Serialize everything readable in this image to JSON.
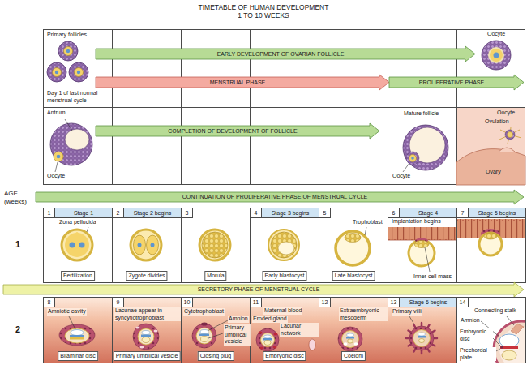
{
  "diagram": {
    "title": "TIMETABLE OF HUMAN DEVELOPMENT 1 TO 10 WEEKS",
    "nodes": [
      {
        "text": [
          "EARLY DEVELOPMENT OF OVARIAN FOLLICLE"
        ]
      },
      {
        "text": [
          "MENSTRUAL PHASE"
        ]
      },
      {
        "text": [
          "PROLIFERATIVE PHASE"
        ]
      },
      {
        "text": [
          "COMPLETION OF DEVELOPMENT OF FOLLICLE"
        ]
      },
      {
        "text": [
          "CONTINUATION OF PROLIFERATIVE PHASE OF MENSTRUAL CYCLE"
        ]
      },
      {
        "text": [
          "1",
          "Stage 1",
          "Zona pellucida",
          "Fertilization"
        ]
      },
      {
        "text": [
          "2",
          "Stage 2 begins",
          "Zygote divides"
        ]
      },
      {
        "text": [
          "3",
          "Morula"
        ]
      },
      {
        "text": [
          "4",
          "Stage 3 begins",
          "Early blastocyst"
        ]
      },
      {
        "text": [
          "5",
          "Trophoblast",
          "Late blastocyst"
        ]
      },
      {
        "text": [
          "6",
          "Stage 4",
          "Implantation begins",
          "Inner cell mass"
        ]
      },
      {
        "text": [
          "7",
          "Stage 5 begins"
        ]
      },
      {
        "text": [
          "SECRETORY PHASE OF MENSTRUAL CYCLE"
        ]
      },
      {
        "text": [
          "8",
          "Amniotic cavity",
          "Bilaminar disc"
        ]
      },
      {
        "text": [
          "9",
          "Lacunae appear in syncytiotrophoblast",
          "Primary umbilical vesicle"
        ]
      },
      {
        "text": [
          "10",
          "Cytotrophoblast",
          "Amnion",
          "Primary umbilical vesicle",
          "Closing plug"
        ]
      },
      {
        "text": [
          "11",
          "Maternal blood",
          "Eroded gland",
          "Lacunar network",
          "Embryonic disc"
        ]
      },
      {
        "text": [
          "12",
          "Extraembryonic mesoderm",
          "Coelom"
        ]
      },
      {
        "text": [
          "13",
          "Stage 6 begins",
          "Primary villi"
        ]
      },
      {
        "text": [
          "14",
          "Connecting stalk",
          "Amnion",
          "Embryonic disc",
          "Prechordal plate"
        ]
      }
    ],
    "labels": [
      "Primary follicles",
      "Day 1 of last normal menstrual cycle",
      "Oocyte",
      "Antrum",
      "Oocyte",
      "Mature follicle",
      "Oocyte",
      "Oocyte",
      "Ovulation",
      "Ovary",
      "AGE (weeks)",
      "1",
      "2"
    ]
  }
}
